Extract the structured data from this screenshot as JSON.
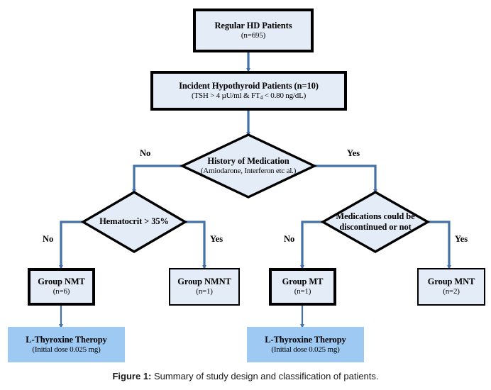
{
  "figure": {
    "caption_label": "Figure 1:",
    "caption_text": "Summary of study design and classification of patients."
  },
  "colors": {
    "box_fill": "#e4ecf7",
    "therapy_fill": "#9dc9f2",
    "border": "#000000",
    "connector": "#4472a8",
    "background": "#ffffff"
  },
  "nodes": {
    "cohort": {
      "title": "Regular HD Patients",
      "count": "(n=695)"
    },
    "incident": {
      "title": "Incident Hypothyroid Patients (n=10)",
      "criteria_pre": "(TSH > 4 µU/ml & FT",
      "criteria_sub": "4",
      "criteria_post": " < 0.80 ng/dL)"
    },
    "medication_history": {
      "title": "History of Medication",
      "detail": "(Amiodarone, Interferon etc al.)"
    },
    "hematocrit": {
      "title": "Hematocrit > 35%"
    },
    "discontinue": {
      "line1": "Medications could be",
      "line2": "discontinued or not"
    },
    "group_nmt": {
      "title": "Group NMT",
      "count": "(n=6)"
    },
    "group_nmnt": {
      "title": "Group NMNT",
      "count": "(n=1)"
    },
    "group_mt": {
      "title": "Group MT",
      "count": "(n=1)"
    },
    "group_mnt": {
      "title": "Group MNT",
      "count": "(n=2)"
    },
    "therapy_left": {
      "title": "L-Thyroxine Theropy",
      "dose": "(Initial dose 0.025 mg)"
    },
    "therapy_right": {
      "title": "L-Thyroxine Theropy",
      "dose": "(Initial dose 0.025 mg)"
    }
  },
  "edge_labels": {
    "med_no": "No",
    "med_yes": "Yes",
    "hct_no": "No",
    "hct_yes": "Yes",
    "disc_no": "No",
    "disc_yes": "Yes"
  }
}
